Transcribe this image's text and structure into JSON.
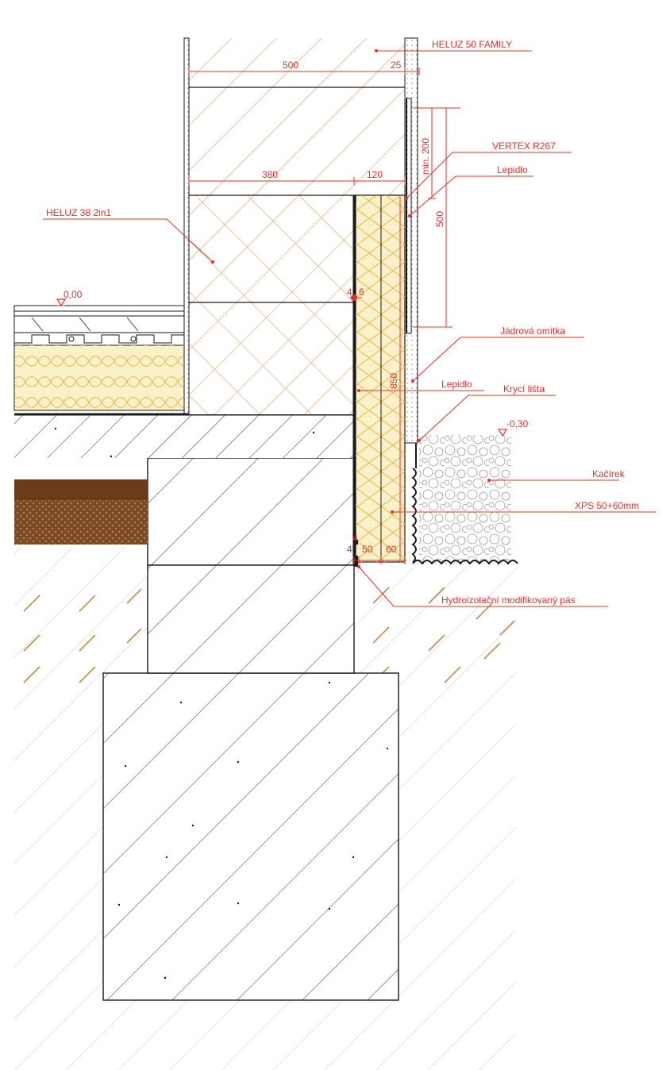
{
  "colors": {
    "annotation": "#e8302a",
    "outline": "#1a1a1a",
    "brick_hatch": "#e38a3c",
    "insulation_fill": "#fbf1c9",
    "insulation_line": "#e6b64a",
    "soil_hatch": "#c98a4e",
    "ground_hatch": "#cfcfcf",
    "topsoil": "#6b3a17",
    "gravel": "#d8d8d8"
  },
  "labels": {
    "heluz_family": "HELUZ 50 FAMILY",
    "heluz_2in1": "HELUZ 38 2in1",
    "vertex": "VERTEX R267",
    "lepidlo_top": "Lepidlo",
    "jadrova": "Jádrová omítka",
    "lepidlo_mid": "Lepidlo",
    "kryci": "Krycí lišta",
    "kacirek": "Kačírek",
    "xps": "XPS 50+60mm",
    "hydro": "Hydroizolační modifikovaný pás"
  },
  "levels": {
    "floor": "0,00",
    "terrain": "-0,30"
  },
  "dimensions": {
    "wall_top": "500",
    "render_top": "25",
    "wall_lower": "380",
    "insulation_top": "120",
    "min_overlap": "min. 200",
    "mesh_height": "500",
    "plinth_height": "850",
    "anchor": "4",
    "anchor_gap": "6",
    "bottom_a": "4",
    "bottom_b": "4",
    "bottom_c": "50",
    "bottom_d": "60"
  }
}
